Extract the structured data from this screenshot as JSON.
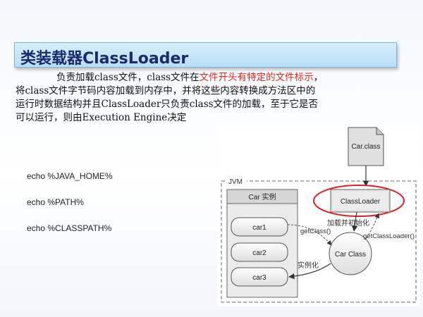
{
  "slide": {
    "title": "类装载器ClassLoader",
    "paragraph": {
      "line1_prefix": "负责加载class文件，class文件在",
      "line1_highlight": "文件开头有特定的文件标示",
      "line1_suffix": "，",
      "line2": "将class文件字节码内容加载到内存中，并将这些内容转换成方法区中的",
      "line3": "运行时数据结构并且ClassLoader只负责class文件的加载，至于它是否",
      "line4": "可以运行，则由Execution Engine决定"
    },
    "commands": [
      "echo %JAVA_HOME%",
      "echo %PATH%",
      "echo %CLASSPATH%"
    ]
  },
  "diagram": {
    "file_label": "Car.class",
    "jvm_label": "JVM",
    "instances_header": "Car 实例",
    "instances": [
      "car1",
      "car2",
      "car3"
    ],
    "classloader_label": "ClassLoader",
    "carclass_label": "Car Class",
    "load_init_label": "加载并初始化",
    "getclass_label": "getClass()",
    "getclassloader_label": "getClassLoader()",
    "instantiate_label": "实例化"
  },
  "colors": {
    "title_text": "#1a2a6c",
    "title_bg": "#c8e6fa",
    "highlight": "#e8261c",
    "oval_ring": "#e02020",
    "jvm_dash": "#666666"
  }
}
